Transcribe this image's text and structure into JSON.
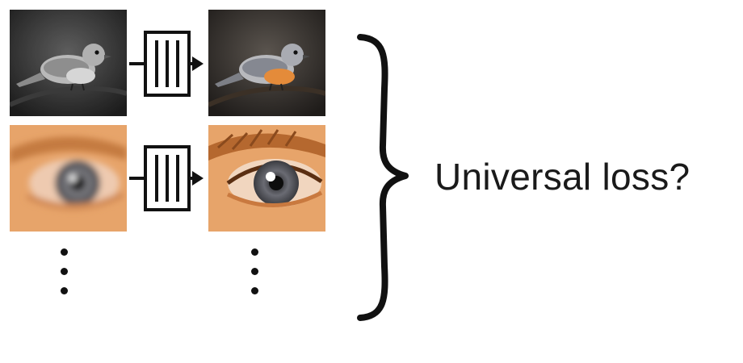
{
  "diagram": {
    "label": "Universal loss?",
    "rows": [
      {
        "input": {
          "name": "grayscale-bird-image",
          "depicts": "bird-photo-grayscale"
        },
        "operator": "network-block-icon",
        "output": {
          "name": "colorized-bird-image",
          "depicts": "bird-photo-color"
        }
      },
      {
        "input": {
          "name": "blurry-eye-image",
          "depicts": "eye-blurred"
        },
        "operator": "network-block-icon",
        "output": {
          "name": "sharp-eye-image",
          "depicts": "eye-sharp"
        }
      }
    ],
    "ellipsis_count": 2,
    "colors": {
      "skin": "#e7a46a",
      "bird_breast": "#e48b3a",
      "ink": "#111111",
      "background": "#ffffff"
    }
  }
}
